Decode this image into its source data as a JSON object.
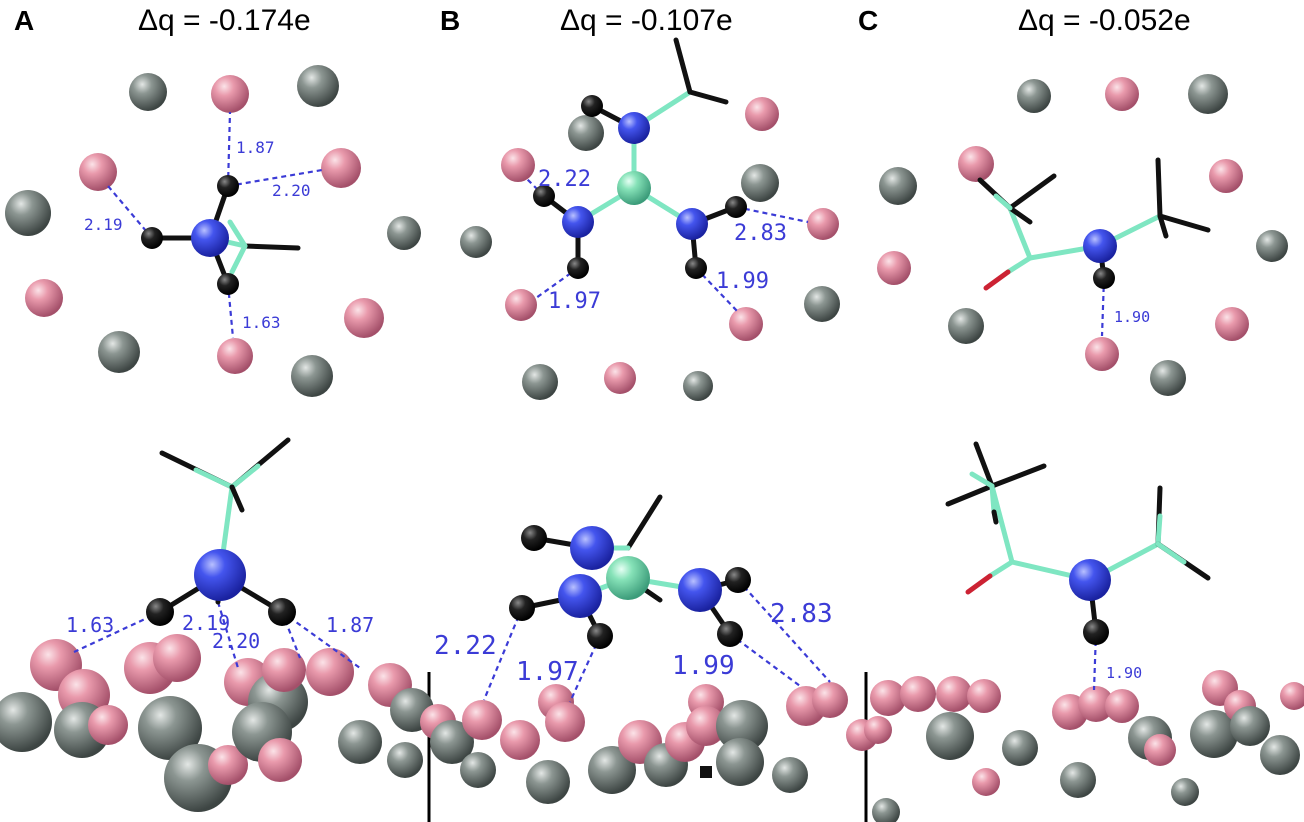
{
  "panels": [
    {
      "letter": "A",
      "title": "Δq = -0.174e",
      "top_distances": [
        "1.87",
        "2.20",
        "2.19",
        "1.63"
      ],
      "bottom_distances": [
        "1.63",
        "2.19",
        "2.20",
        "1.87"
      ]
    },
    {
      "letter": "B",
      "title": "Δq = -0.107e",
      "top_distances": [
        "2.22",
        "2.83",
        "1.97",
        "1.99"
      ],
      "bottom_distances": [
        "2.22",
        "1.97",
        "1.99",
        "2.83"
      ]
    },
    {
      "letter": "C",
      "title": "Δq = -0.052e",
      "top_distances": [
        "1.90"
      ],
      "bottom_distances": [
        "1.90"
      ]
    }
  ],
  "colors": {
    "pink_atom": "#e58a9c",
    "gray_atom": "#7f8a85",
    "nitrogen": "#3344e6",
    "boron": "#7fe0b0",
    "hydrogen": "#111111",
    "carbon_bond": "#7fe6c2",
    "oxygen_bond": "#cc2233",
    "hbond": "#3b3bd6"
  }
}
